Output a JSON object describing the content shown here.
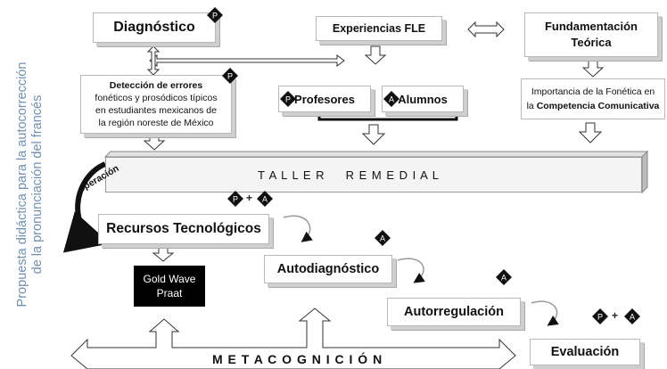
{
  "side_title": [
    "Propuesta didáctica para la autocorrección",
    "de la pronunciación del francés"
  ],
  "nodes": {
    "diagnostico": "Diagnóstico",
    "experiencias": "Experiencias FLE",
    "fundamentacion": [
      "Fundamentación",
      "Teórica"
    ],
    "deteccion": [
      "Detección de errores",
      "fonéticos y prosódicos típicos",
      "en estudiantes mexicanos de",
      "la región noreste de México"
    ],
    "profesores": "Profesores",
    "alumnos": "Alumnos",
    "importancia": [
      "Importancia de la Fonética en",
      "la Competencia Comunicativa"
    ],
    "importancia_bold": "Competencia Comunicativa",
    "taller": "T A L L E R     R E M E D I A L",
    "recursos": "Recursos Tecnológicos",
    "goldwave": [
      "Gold Wave",
      "Praat"
    ],
    "autodiagnostico": "Autodiagnóstico",
    "autorregulacion": "Autorregulación",
    "evaluacion": "Evaluación",
    "metacognicion": "M E T A C O G N I C I Ó N",
    "operacion": "operación"
  },
  "badges": {
    "p": "P",
    "a": "A",
    "plus": "+"
  },
  "colors": {
    "side_text": "#6f8fb3",
    "badge_fill": "#111111",
    "taller_fill": "#f4f4f4",
    "goldwave_fill": "#000000"
  }
}
